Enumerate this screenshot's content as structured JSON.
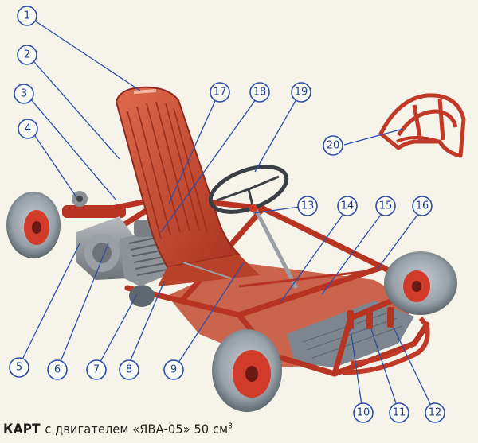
{
  "caption": {
    "title": "КАРТ",
    "rest": "с двигателем «ЯВА-05» 50 см"
  },
  "callouts": [
    "1",
    "2",
    "3",
    "4",
    "5",
    "6",
    "7",
    "8",
    "9",
    "10",
    "11",
    "12",
    "13",
    "14",
    "15",
    "16",
    "17",
    "18",
    "19",
    "20"
  ],
  "colors": {
    "frame": "#c0392b",
    "frame_dark": "#8e2a1f",
    "seat": "#c94a33",
    "tire": "#9aa3ad",
    "hub": "#d23a2a",
    "engine": "#8c8f93",
    "floor": "#7f8790",
    "callout": "#2b4fa8"
  },
  "icons": [
    "kart-illustration",
    "steering-wheel",
    "engine",
    "seat",
    "bumper-guard"
  ]
}
